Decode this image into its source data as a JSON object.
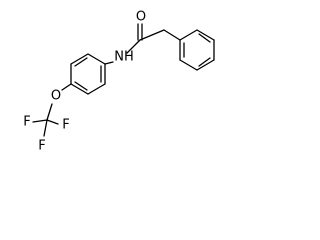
{
  "atoms": {
    "oxygen_carbonyl": "O",
    "nitrogen_amide": "NH",
    "oxygen_ether": "O",
    "fluorine_top": "F",
    "fluorine_left": "F",
    "fluorine_bottom": "F"
  },
  "colors": {
    "bond": "#000000",
    "label": "#000000",
    "background": "#ffffff"
  }
}
